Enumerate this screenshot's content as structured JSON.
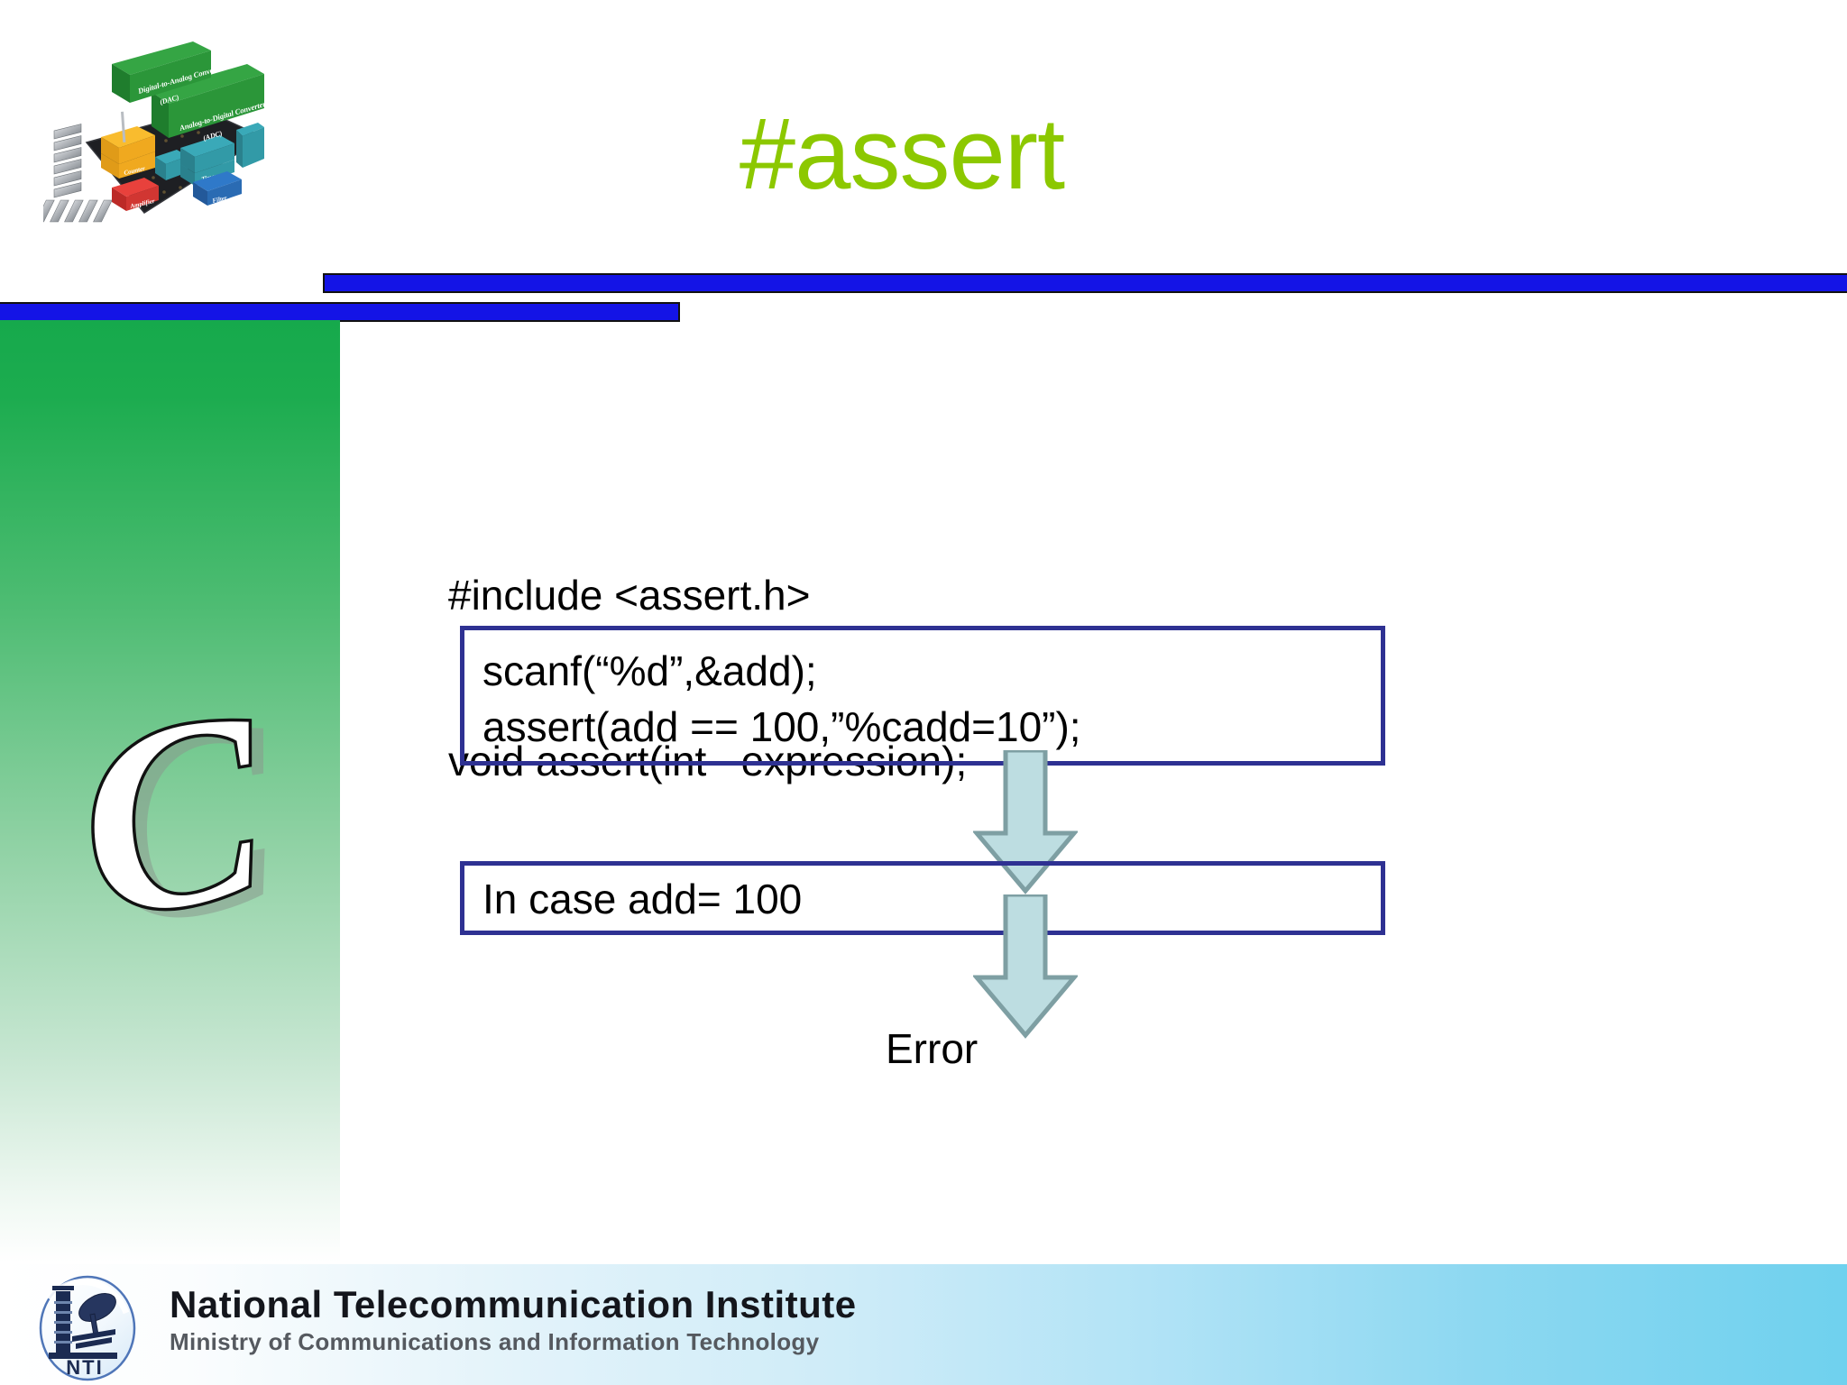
{
  "slide": {
    "title": "#assert",
    "title_color": "#8CC800"
  },
  "header": {
    "chip_logo": {
      "name": "microcontroller-chip-illustration",
      "blocks": [
        "Digital-to-Analog Converter (DAC)",
        "Analog-to-Digital Converter (ADC)",
        "Counter",
        "Timer",
        "Amplifier",
        "Filter"
      ]
    }
  },
  "sidebar": {
    "letter": "C",
    "gradient_top": "#16A94C",
    "gradient_bottom": "#FFFFFF"
  },
  "body": {
    "signature": {
      "line1": "#include <assert.h>",
      "line2": "void assert(int   expression);"
    },
    "code_box_1": {
      "line1": "scanf(“%d”,&add);",
      "line2": "assert(add == 100,”%cadd=10”);",
      "border_color": "#2E3192"
    },
    "code_box_2": {
      "line1": "In case add= 100",
      "border_color": "#2E3192"
    },
    "arrow_fill": "#BDDDE1",
    "arrow_stroke": "#7E9FA3",
    "error_label": "Error"
  },
  "footer": {
    "title": "National Telecommunication Institute",
    "subtitle": "Ministry of Communications and Information Technology",
    "logo_text": "NTI",
    "gradient_left": "#FFFFFF",
    "gradient_right": "#6FD1EE"
  }
}
